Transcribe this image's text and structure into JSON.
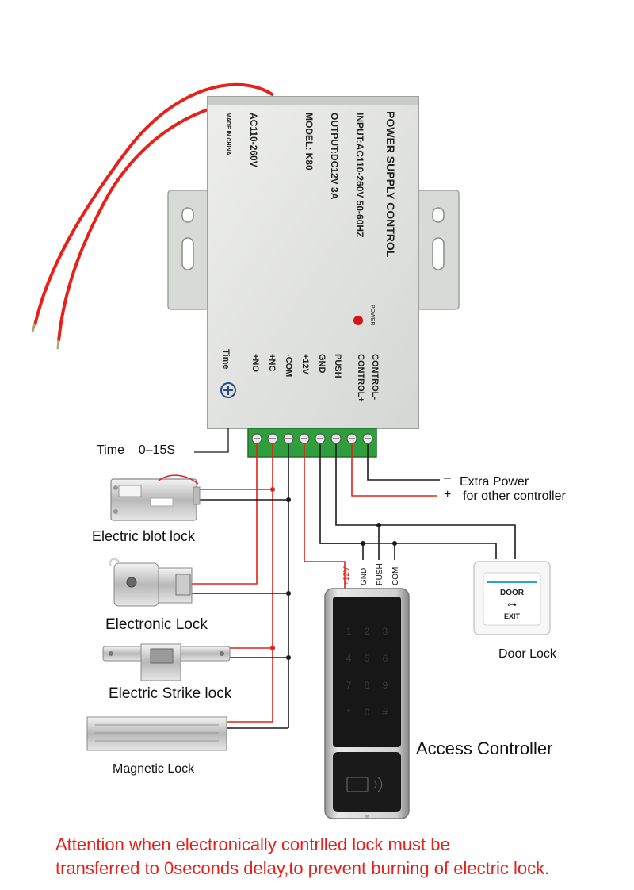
{
  "psu": {
    "title": "POWER SUPPLY CONTROL",
    "input": "INPUT:AC110-260V 50-60HZ",
    "output": "OUTPUT:DC12V 3A",
    "model": "MODEL: K80",
    "ac_range": "AC110-260V",
    "made_in": "MADE IN CHINA",
    "power_label": "POWER",
    "time_label": "Time",
    "terminals": [
      "CONTROL-",
      "CONTROL+",
      "PUSH",
      "GND",
      "+12V",
      "-COM",
      "+NC",
      "+NO"
    ]
  },
  "labels": {
    "time_range": "Time    0–15S",
    "extra_minus": "–",
    "extra_plus": "+",
    "extra_power": "Extra Power",
    "other_controller": "for other controller",
    "bolt_lock": "Electric blot lock",
    "electronic_lock": "Electronic Lock",
    "strike_lock": "Electric Strike lock",
    "magnetic_lock": "Magnetic Lock",
    "door_lock": "Door Lock",
    "access_controller": "Access Controller",
    "reader_terminals": [
      "+12V",
      "GND",
      "PUSH",
      "COM"
    ],
    "exit_door": "DOOR",
    "exit_exit": "EXIT"
  },
  "attention": {
    "line1": "Attention when electronically contrlled lock must be",
    "line2": "transferred to 0seconds delay,to prevent burning of electric lock."
  },
  "colors": {
    "wire_red": "#e8201a",
    "wire_black": "#1a1a1a",
    "psu_body": "#e3e5e3",
    "terminal_green": "#2f9e3c",
    "attention_red": "#e8201a"
  }
}
